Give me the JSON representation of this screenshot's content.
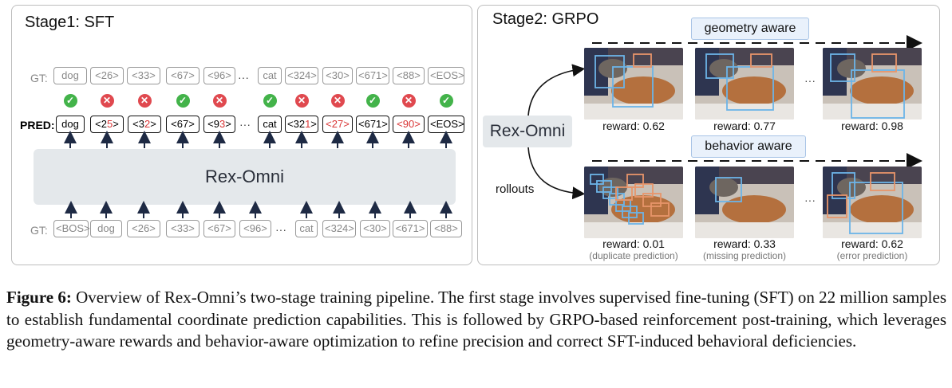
{
  "stage1": {
    "title": "Stage1:  SFT",
    "gt_label": "GT:",
    "pred_label": "PRED:",
    "model_name": "Rex-Omni",
    "ellipsis": "···",
    "gt_top": [
      "dog",
      "<26>",
      "<33>",
      "<67>",
      "<96>",
      "cat",
      "<324>",
      "<30>",
      "<671>",
      "<88>",
      "<EOS>"
    ],
    "pred": [
      {
        "text": "dog",
        "ok": true
      },
      {
        "pre": "<2",
        "red": "5",
        "post": ">",
        "ok": false
      },
      {
        "pre": "<3",
        "red": "2",
        "post": ">",
        "ok": false
      },
      {
        "text": "<67>",
        "ok": true
      },
      {
        "pre": "<9",
        "red": "3",
        "post": ">",
        "ok": false
      },
      {
        "text": "cat",
        "ok": true
      },
      {
        "pre": "<32",
        "red": "1",
        "post": ">",
        "ok": false
      },
      {
        "pre": "<",
        "red": "27",
        "post": ">",
        "ok": false,
        "allred": true
      },
      {
        "text": "<671>",
        "ok": true
      },
      {
        "pre": "<",
        "red": "90",
        "post": ">",
        "ok": false,
        "allred": true
      },
      {
        "text": "<EOS>",
        "ok": true
      }
    ],
    "gt_bottom": [
      "<BOS>",
      "dog",
      "<26>",
      "<33>",
      "<67>",
      "<96>",
      "cat",
      "<324>",
      "<30>",
      "<671>",
      "<88>"
    ]
  },
  "stage2": {
    "title": "Stage2:  GRPO",
    "model_name": "Rex-Omni",
    "rollouts_label": "rollouts",
    "geometry_tag": "geometry aware",
    "behavior_tag": "behavior aware",
    "ellipsis": "···",
    "geometry_rewards": [
      "reward: 0.62",
      "reward: 0.77",
      "reward: 0.98"
    ],
    "behavior_rewards": [
      "reward: 0.01",
      "reward: 0.33",
      "reward: 0.62"
    ],
    "behavior_notes": [
      "(duplicate prediction)",
      "(missing prediction)",
      "(error prediction)"
    ]
  },
  "caption": {
    "label": "Figure 6:",
    "text": "Overview of Rex-Omni’s two-stage training pipeline. The first stage involves supervised fine-tuning (SFT) on 22 million samples to establish fundamental coordinate prediction capabilities. This is followed by GRPO-based reinforcement post-training, which leverages geometry-aware rewards and behavior-aware optimization to refine precision and correct SFT-induced behavioral deficiencies."
  },
  "colors": {
    "correct": "#43b34a",
    "wrong": "#e0494f",
    "error_digit": "#d93535",
    "box_blue": "#6cb4e8",
    "box_orange": "#e8956a",
    "model_fill": "#e4e8eb"
  }
}
